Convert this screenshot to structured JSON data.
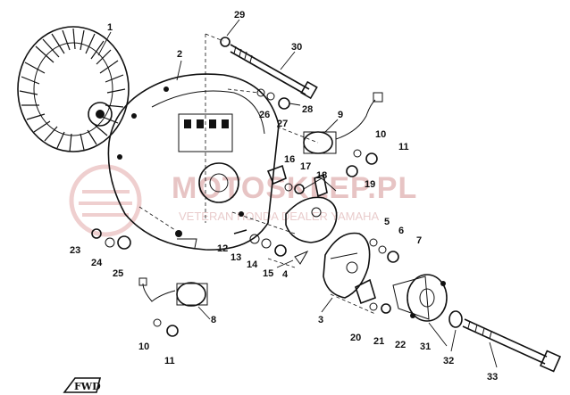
{
  "watermark": {
    "brand": "MOTOSKLEP.PL",
    "tagline": "VETERAN HONDA DEALER YAMAHA"
  },
  "direction_label": "FWD",
  "callouts": [
    "1",
    "2",
    "3",
    "4",
    "5",
    "6",
    "7",
    "8",
    "9",
    "10",
    "11",
    "12",
    "13",
    "14",
    "15",
    "16",
    "17",
    "18",
    "19",
    "20",
    "21",
    "22",
    "23",
    "24",
    "25",
    "26",
    "27",
    "28",
    "29",
    "30",
    "31",
    "32",
    "33",
    "10",
    "11"
  ],
  "colors": {
    "ink": "#111111",
    "watermark": "#e7c4c4"
  }
}
